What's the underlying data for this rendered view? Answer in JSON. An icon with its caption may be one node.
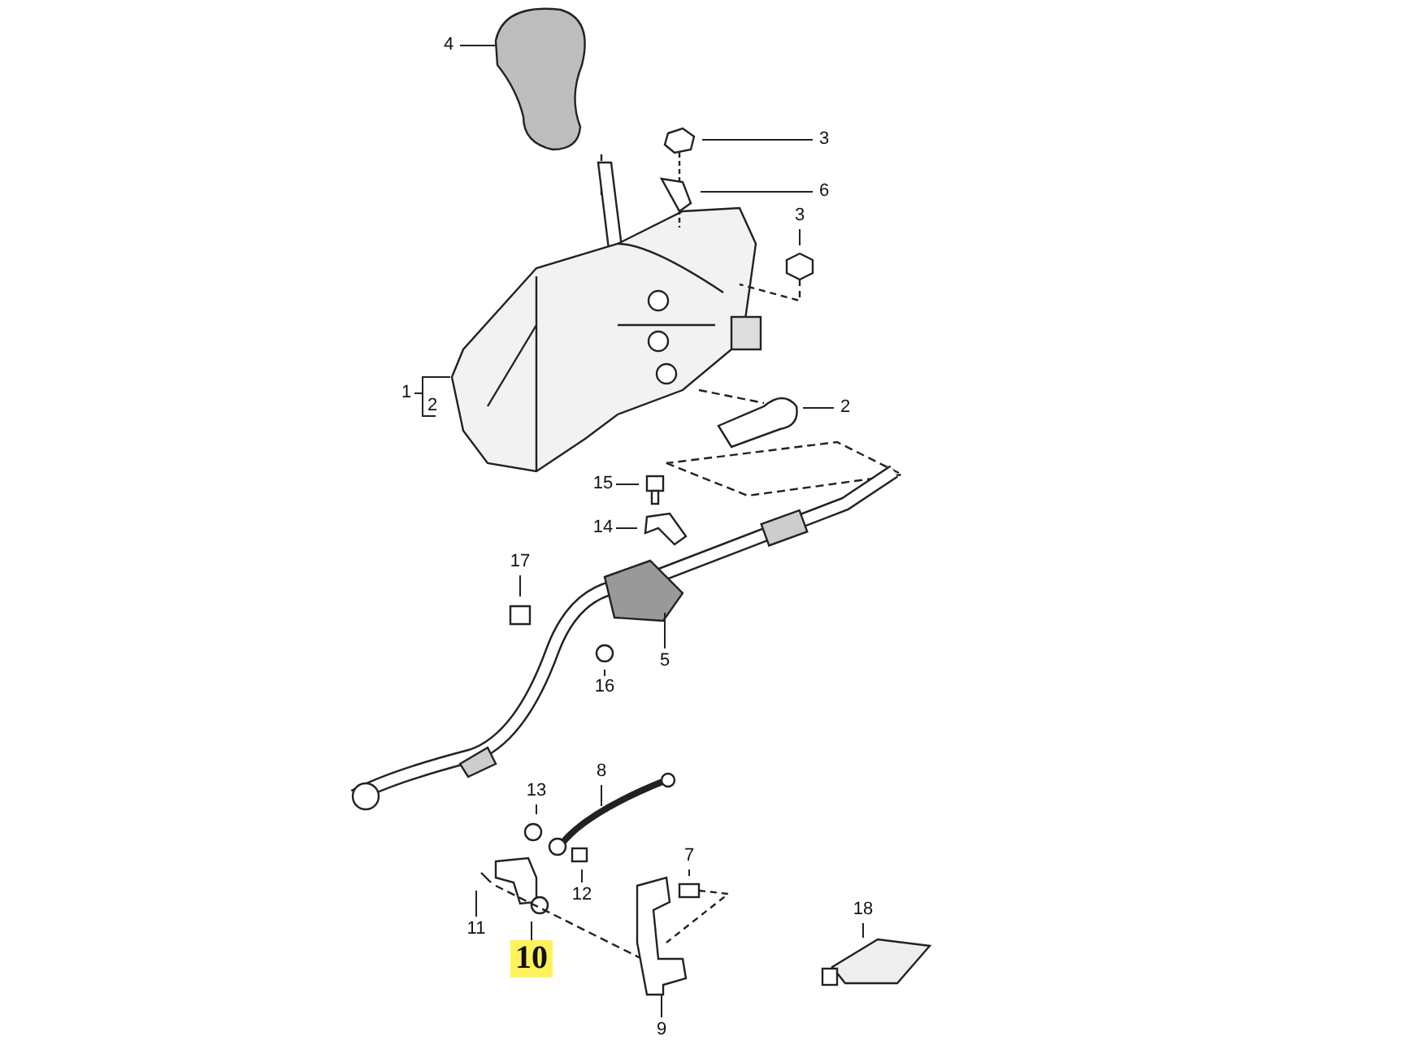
{
  "diagram": {
    "nodes": [
      {
        "text": [
          "4"
        ]
      },
      {
        "text": [
          "3"
        ]
      },
      {
        "text": [
          "6"
        ]
      },
      {
        "text": [
          "3"
        ]
      },
      {
        "text": [
          "1"
        ]
      },
      {
        "text": [
          "2"
        ]
      },
      {
        "text": [
          "2"
        ]
      },
      {
        "text": [
          "15"
        ]
      },
      {
        "text": [
          "14"
        ]
      },
      {
        "text": [
          "17"
        ]
      },
      {
        "text": [
          "5"
        ]
      },
      {
        "text": [
          "16"
        ]
      },
      {
        "text": [
          "8"
        ]
      },
      {
        "text": [
          "13"
        ]
      },
      {
        "text": [
          "7"
        ]
      },
      {
        "text": [
          "12"
        ]
      },
      {
        "text": [
          "11"
        ]
      },
      {
        "text": [
          "10"
        ]
      },
      {
        "text": [
          "9"
        ]
      },
      {
        "text": [
          "18"
        ]
      }
    ],
    "edges": [
      {
        "from": 0,
        "to": null,
        "arrow": "none"
      },
      {
        "from": 1,
        "to": null,
        "arrow": "none"
      },
      {
        "from": 2,
        "to": null,
        "arrow": "none"
      },
      {
        "from": 3,
        "to": null,
        "arrow": "none"
      },
      {
        "from": 6,
        "to": null,
        "arrow": "none"
      },
      {
        "from": 7,
        "to": null,
        "arrow": "none"
      },
      {
        "from": 8,
        "to": null,
        "arrow": "none"
      },
      {
        "from": 9,
        "to": null,
        "arrow": "none"
      },
      {
        "from": 10,
        "to": null,
        "arrow": "none"
      },
      {
        "from": 11,
        "to": null,
        "arrow": "none"
      },
      {
        "from": 12,
        "to": null,
        "arrow": "none"
      },
      {
        "from": 13,
        "to": null,
        "arrow": "none"
      },
      {
        "from": 14,
        "to": null,
        "arrow": "none"
      },
      {
        "from": 15,
        "to": null,
        "arrow": "none"
      },
      {
        "from": 16,
        "to": null,
        "arrow": "none"
      },
      {
        "from": 17,
        "to": null,
        "arrow": "none"
      },
      {
        "from": 18,
        "to": null,
        "arrow": "none"
      },
      {
        "from": 19,
        "to": null,
        "arrow": "none"
      }
    ]
  }
}
